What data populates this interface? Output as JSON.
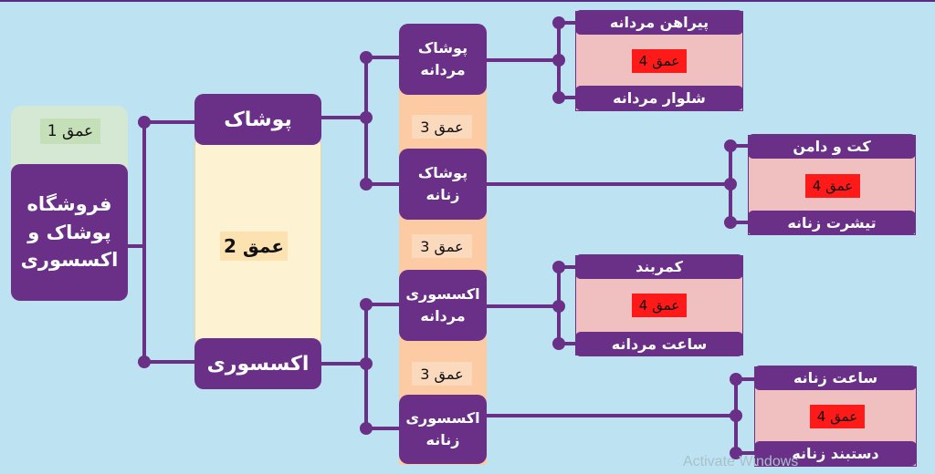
{
  "root": {
    "label": "فروشگاه پوشاک و اکسسوری",
    "depth_label": "عمق 1"
  },
  "level2": {
    "depth_label": "عمق 2",
    "items": [
      "پوشاک",
      "اکسسوری"
    ]
  },
  "level3": {
    "depth_label": "عمق 3",
    "items": [
      "پوشاک مردانه",
      "پوشاک زنانه",
      "اکسسوری مردانه",
      "اکسسوری زنانه"
    ]
  },
  "level4": {
    "depth_label": "عمق 4",
    "groups": [
      {
        "top": "پیراهن مردانه",
        "bottom": "شلوار مردانه"
      },
      {
        "top": "کت و دامن",
        "bottom": "تیشرت زنانه"
      },
      {
        "top": "کمربند",
        "bottom": "ساعت مردانه"
      },
      {
        "top": "ساعت زنانه",
        "bottom": "دستبند زنانه"
      }
    ]
  },
  "watermark": "Activate Windows",
  "colors": {
    "background": "#bde3f3",
    "node": "#6a2f87",
    "depth1_panel": "#d5e8d3",
    "depth2_panel": "#fdf2d2",
    "depth3_panel": "#fccba4",
    "depth4_panel": "#f0bfbf",
    "depth4_tag": "#ff1a1a"
  }
}
